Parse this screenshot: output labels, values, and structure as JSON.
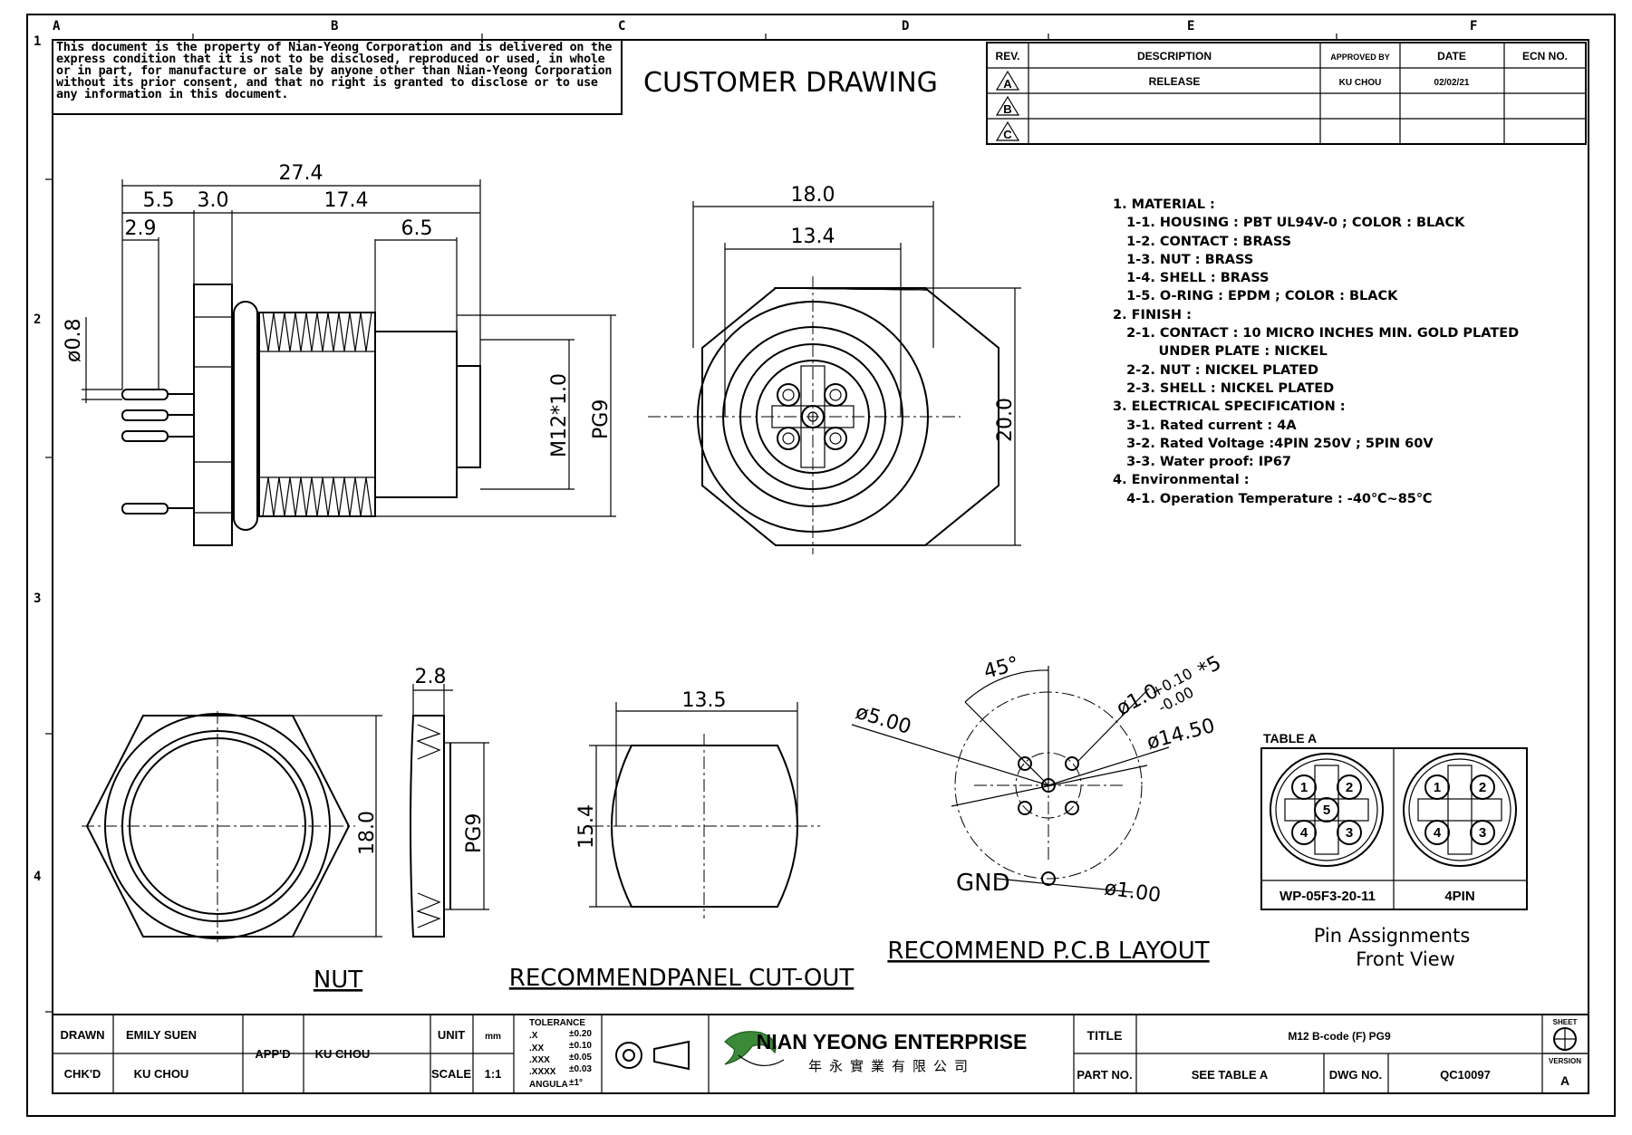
{
  "grid": {
    "columns": [
      "A",
      "B",
      "C",
      "D",
      "E",
      "F"
    ],
    "rows": [
      "1",
      "2",
      "3",
      "4"
    ]
  },
  "notice": "This document is the property of Nian-Yeong Corporation and is delivered on the express condition that it is not to be disclosed, reproduced or used, in whole or in part, for manufacture or sale by anyone other than Nian-Yeong Corporation without its prior consent, and that no right is granted to disclose or to use any information in this document.",
  "drawing_title": "CUSTOMER DRAWING",
  "revision_table": {
    "headers": [
      "REV.",
      "DESCRIPTION",
      "APPROVED BY",
      "DATE",
      "ECN NO."
    ],
    "rows": [
      {
        "rev": "A",
        "description": "RELEASE",
        "approved_by": "KU CHOU",
        "date": "02/02/21",
        "ecn": ""
      },
      {
        "rev": "B",
        "description": "",
        "approved_by": "",
        "date": "",
        "ecn": ""
      },
      {
        "rev": "C",
        "description": "",
        "approved_by": "",
        "date": "",
        "ecn": ""
      }
    ]
  },
  "notes": [
    "1. MATERIAL :",
    "   1-1. HOUSING : PBT UL94V-0 ; COLOR : BLACK",
    "   1-2. CONTACT : BRASS",
    "   1-3. NUT : BRASS",
    "   1-4. SHELL : BRASS",
    "   1-5. O-RING : EPDM ; COLOR : BLACK",
    "2. FINISH :",
    "   2-1. CONTACT : 10 MICRO INCHES MIN. GOLD PLATED",
    "          UNDER PLATE : NICKEL",
    "   2-2. NUT : NICKEL PLATED",
    "   2-3. SHELL : NICKEL PLATED",
    "3. ELECTRICAL SPECIFICATION :",
    "   3-1. Rated current : 4A",
    "   3-2. Rated Voltage :4PIN 250V ; 5PIN 60V",
    "   3-3. Water proof: IP67",
    "4. Environmental :",
    "   4-1. Operation Temperature : -40℃~85℃"
  ],
  "side_view": {
    "dims": {
      "overall": "27.4",
      "d1": "5.5",
      "d2": "3.0",
      "d3": "17.4",
      "d4": "2.9",
      "d5": "6.5",
      "pin": "ø0.8",
      "thread": "M12*1.0",
      "pg": "PG9"
    }
  },
  "front_view": {
    "dims": {
      "outer": "18.0",
      "inner": "13.4",
      "height": "20.0"
    }
  },
  "nut_view": {
    "dims": {
      "width": "18.0",
      "thickness": "2.8",
      "pg": "PG9"
    },
    "label": "NUT"
  },
  "panel_cutout": {
    "dims": {
      "width": "13.5",
      "height": "15.4"
    },
    "label": "RECOMMENDPANEL CUT-OUT"
  },
  "pcb_layout": {
    "dims": {
      "angle": "45°",
      "hole": "ø1.0+0.10-0.00*5",
      "hole_tol_plus": "+0.10",
      "hole_tol_minus": "-0.00",
      "hole_base": "ø1.0",
      "hole_count": "*5",
      "pcd": "ø14.50",
      "center": "ø5.00",
      "gnd_hole": "ø1.00"
    },
    "gnd": "GND",
    "label": "RECOMMEND P.C.B LAYOUT"
  },
  "table_a": {
    "title": "TABLE A",
    "items": [
      {
        "part": "WP-05F3-20-11",
        "pins": [
          "1",
          "2",
          "5",
          "4",
          "3"
        ]
      },
      {
        "part": "4PIN",
        "pins": [
          "1",
          "2",
          "4",
          "3"
        ]
      }
    ],
    "caption_1": "Pin Assignments",
    "caption_2": "Front View"
  },
  "title_block": {
    "drawn_label": "DRAWN",
    "drawn": "EMILY SUEN",
    "chkd_label": "CHK'D",
    "chkd": "KU CHOU",
    "appd_label": "APP'D",
    "appd": "KU CHOU",
    "unit_label": "UNIT",
    "unit": "mm",
    "scale_label": "SCALE",
    "scale": "1:1",
    "tolerance_label": "TOLERANCE",
    "tolerances": [
      {
        "k": ".X",
        "v": "±0.20"
      },
      {
        "k": ".XX",
        "v": "±0.10"
      },
      {
        "k": ".XXX",
        "v": "±0.05"
      },
      {
        "k": ".XXXX",
        "v": "±0.03"
      },
      {
        "k": "ANGULA",
        "v": "±1°"
      }
    ],
    "company": "NIAN YEONG ENTERPRISE",
    "company_cn": "年永實業有限公司",
    "title_label": "TITLE",
    "title": "M12 B-code (F) PG9",
    "part_label": "PART NO.",
    "part": "SEE TABLE A",
    "dwg_label": "DWG NO.",
    "dwg": "QC10097",
    "sheet_label": "SHEET",
    "version_label": "VERSION",
    "version": "A"
  }
}
